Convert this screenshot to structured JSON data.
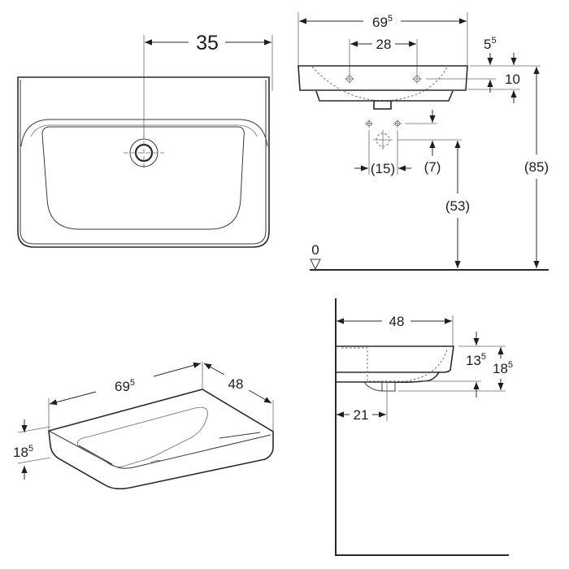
{
  "drawing": {
    "title": "Washbasin technical dimension drawing",
    "line_color": "#2a2a2a",
    "background": "#ffffff"
  },
  "top_view": {
    "drain_offset": {
      "value": "35"
    }
  },
  "front_view": {
    "overall_width": {
      "value": "69",
      "sup": "5"
    },
    "tap_hole_spacing": {
      "value": "28"
    },
    "rim_offset": {
      "value": "5",
      "sup": "5"
    },
    "rim_height": {
      "value": "10"
    },
    "supply_spacing": {
      "value": "(15)"
    },
    "supply_drop": {
      "value": "(7)"
    },
    "drain_height": {
      "value": "(53)"
    },
    "rim_floor_height": {
      "value": "(85)"
    },
    "floor_level": {
      "value": "0"
    }
  },
  "iso_view": {
    "width": {
      "value": "69",
      "sup": "5"
    },
    "depth": {
      "value": "48"
    },
    "height": {
      "value": "18",
      "sup": "5"
    }
  },
  "side_view": {
    "depth": {
      "value": "48"
    },
    "bowl_height": {
      "value": "13",
      "sup": "5"
    },
    "total_height": {
      "value": "18",
      "sup": "5"
    },
    "drain_offset": {
      "value": "21"
    }
  }
}
